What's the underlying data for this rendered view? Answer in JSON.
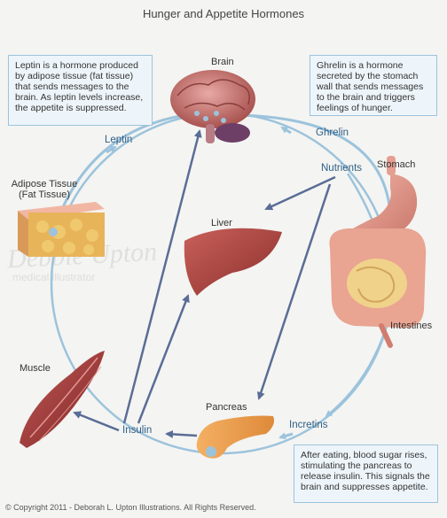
{
  "title": "Hunger and Appetite Hormones",
  "info": {
    "leptin": "Leptin is a hormone produced by adipose tissue (fat tissue) that sends messages to the brain. As leptin levels increase, the appetite is suppressed.",
    "ghrelin": "Ghrelin is a hormone secreted by the stomach wall that sends messages to the brain and triggers feelings of hunger.",
    "insulin": "After eating, blood sugar rises, stimulating the pancreas to release insulin. This signals the brain and suppresses appetite."
  },
  "organs": {
    "brain": "Brain",
    "adipose_line1": "Adipose Tissue",
    "adipose_line2": "(Fat Tissue)",
    "liver": "Liver",
    "stomach": "Stomach",
    "intestines": "Intestines",
    "muscle": "Muscle",
    "pancreas": "Pancreas"
  },
  "hormones": {
    "leptin": "Leptin",
    "ghrelin": "Ghrelin",
    "nutrients": "Nutrients",
    "insulin": "Insulin",
    "incretins": "Incretins"
  },
  "watermark": {
    "signature": "Debbie Upton",
    "subtitle": "medical illustrator"
  },
  "copyright": "© Copyright 2011 - Deborah L. Upton Illustrations. All Rights Reserved.",
  "colors": {
    "cycle_arrow": "#9cc3dc",
    "insulin_arrow": "#5a6d96",
    "hormone_text": "#2e5f86"
  }
}
